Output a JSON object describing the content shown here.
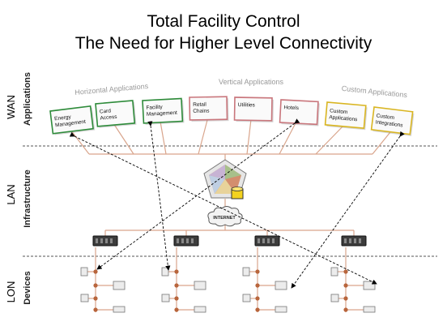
{
  "title": {
    "line1": "Total Facility Control",
    "line2": "The Need for Higher Level Connectivity"
  },
  "layers": {
    "wan": "WAN",
    "lan": "LAN",
    "lon": "LON",
    "applications": "Applications",
    "infrastructure": "Infrastructure",
    "devices": "Devices"
  },
  "groups": {
    "horizontal": "Horizontal Applications",
    "vertical": "Vertical Applications",
    "custom": "Custom Applications"
  },
  "apps": [
    {
      "line1": "Energy",
      "line2": "Management",
      "group": "horizontal",
      "color": "#2e8b3a"
    },
    {
      "line1": "Card",
      "line2": "Access",
      "group": "horizontal",
      "color": "#2e8b3a"
    },
    {
      "line1": "Facility",
      "line2": "Management",
      "group": "horizontal",
      "color": "#2e8b3a"
    },
    {
      "line1": "Retail",
      "line2": "Chains",
      "group": "vertical",
      "color": "#c9767c"
    },
    {
      "line1": "Utilities",
      "line2": "",
      "group": "vertical",
      "color": "#c9767c"
    },
    {
      "line1": "Hotels",
      "line2": "",
      "group": "vertical",
      "color": "#c9767c"
    },
    {
      "line1": "Custom",
      "line2": "Applications",
      "group": "custom",
      "color": "#d9b520"
    },
    {
      "line1": "Custom",
      "line2": "Integrations",
      "group": "custom",
      "color": "#d9b520"
    }
  ],
  "internet_label": "INTERNET",
  "colors": {
    "wire": "#d9a58c",
    "device_node": "#b8653c",
    "separator": "#555555",
    "arrow": "#000000"
  }
}
